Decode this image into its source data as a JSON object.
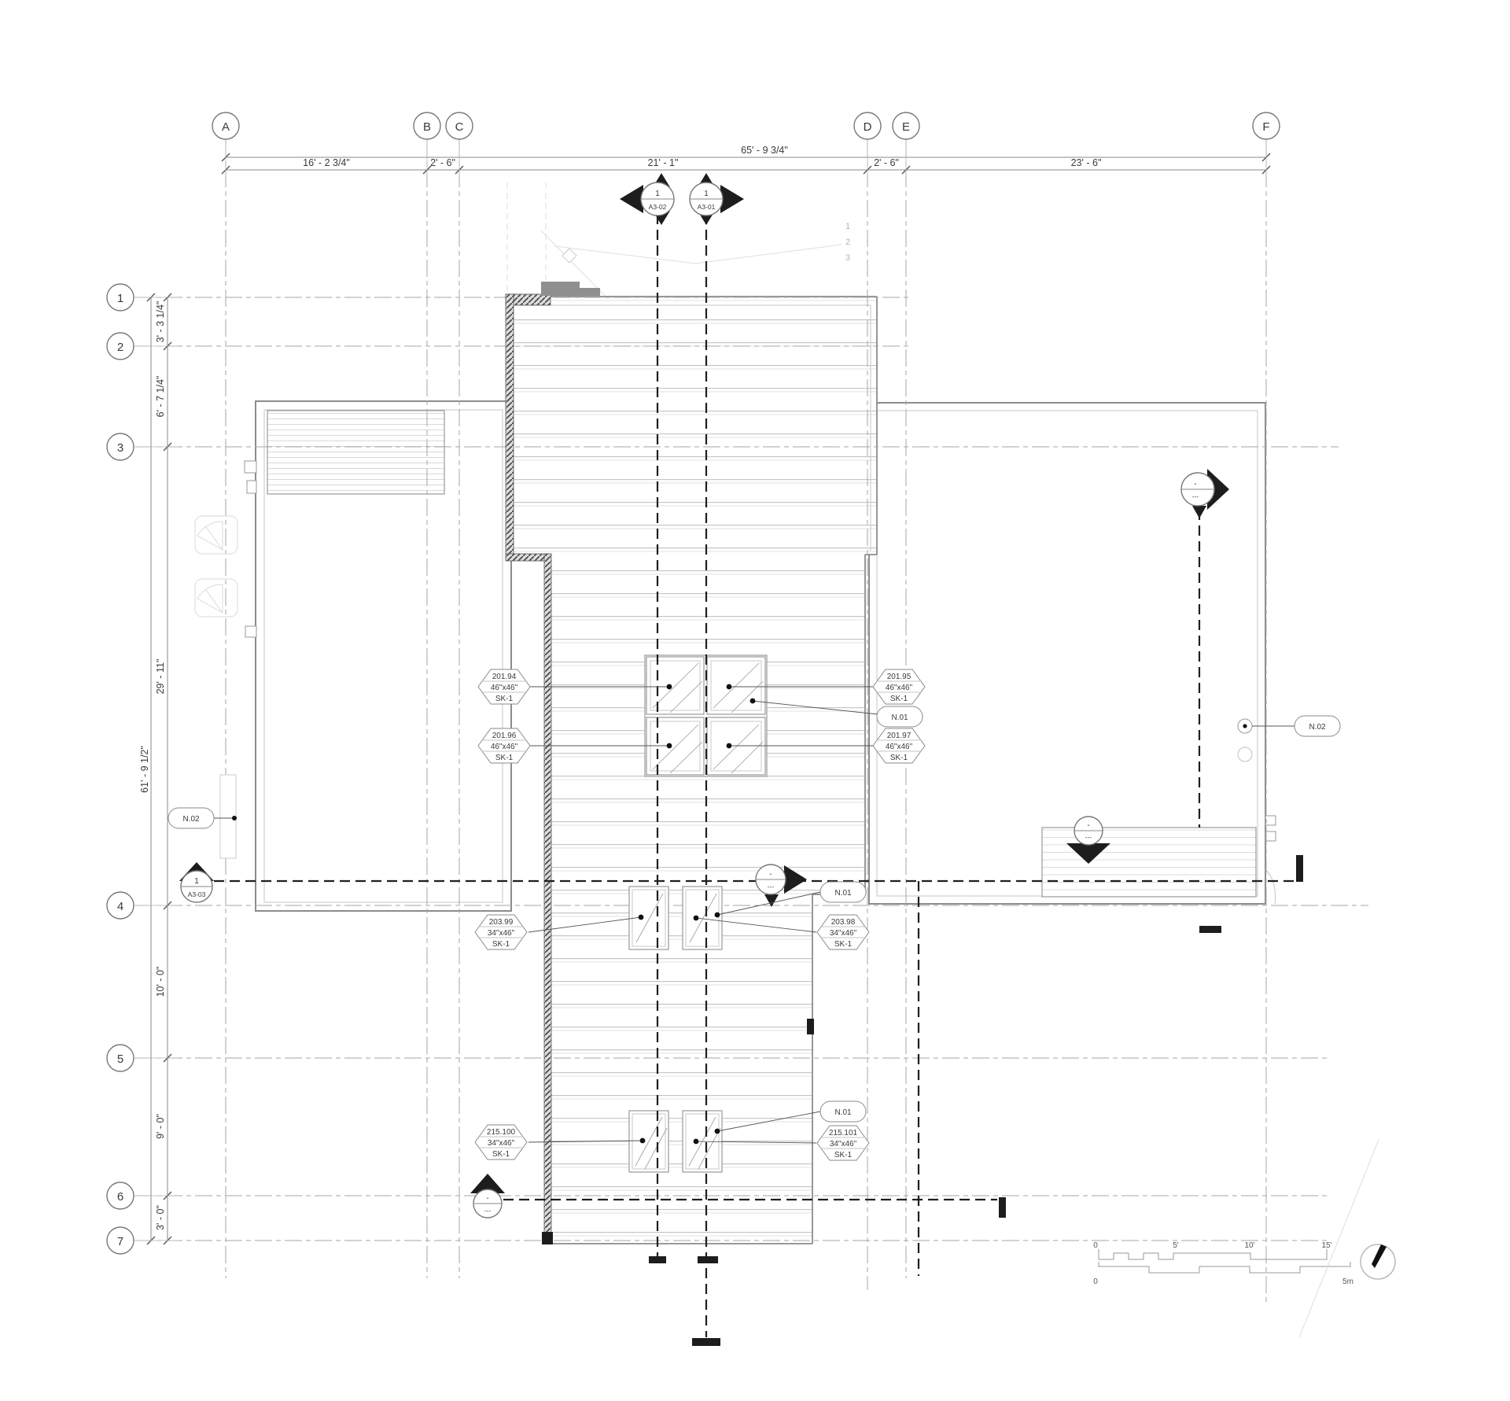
{
  "grid": {
    "cols": [
      "A",
      "B",
      "C",
      "D",
      "E",
      "F"
    ],
    "rows": [
      "1",
      "2",
      "3",
      "4",
      "5",
      "6",
      "7"
    ]
  },
  "dims": {
    "overall_top": "65' - 9 3/4\"",
    "ab": "16' - 2 3/4\"",
    "bc": "2' - 6\"",
    "cd": "21' - 1\"",
    "de": "2' - 6\"",
    "ef": "23' - 6\"",
    "overall_left": "61' - 9 1/2\"",
    "r12": "3' - 3 1/4\"",
    "r23": "6' - 7 1/4\"",
    "r34": "29' - 11\"",
    "r45": "10' - 0\"",
    "r56": "9' - 0\"",
    "r67": "3' - 0\""
  },
  "sections": {
    "a302": {
      "num": "1",
      "sheet": "A3-02"
    },
    "a301": {
      "num": "1",
      "sheet": "A3-01"
    },
    "a303": {
      "num": "1",
      "sheet": "A3-03"
    },
    "blank": {
      "num": "-",
      "sheet": "---"
    }
  },
  "tags": {
    "t20194": {
      "id": "201.94",
      "size": "46\"x46\"",
      "sheet": "SK-1"
    },
    "t20195": {
      "id": "201.95",
      "size": "46\"x46\"",
      "sheet": "SK-1"
    },
    "t20196": {
      "id": "201.96",
      "size": "46\"x46\"",
      "sheet": "SK-1"
    },
    "t20197": {
      "id": "201.97",
      "size": "46\"x46\"",
      "sheet": "SK-1"
    },
    "t20398": {
      "id": "203.98",
      "size": "34\"x46\"",
      "sheet": "SK-1"
    },
    "t20399": {
      "id": "203.99",
      "size": "34\"x46\"",
      "sheet": "SK-1"
    },
    "t215100": {
      "id": "215.100",
      "size": "34\"x46\"",
      "sheet": "SK-1"
    },
    "t215101": {
      "id": "215.101",
      "size": "34\"x46\"",
      "sheet": "SK-1"
    }
  },
  "keynotes": {
    "n01": "N.01",
    "n02": "N.02"
  },
  "revisions": [
    "1",
    "2",
    "3"
  ],
  "scalebar": {
    "ft0": "0",
    "ft5": "5'",
    "ft10": "10'",
    "ft15": "15'",
    "m0": "0",
    "m5": "5m"
  }
}
